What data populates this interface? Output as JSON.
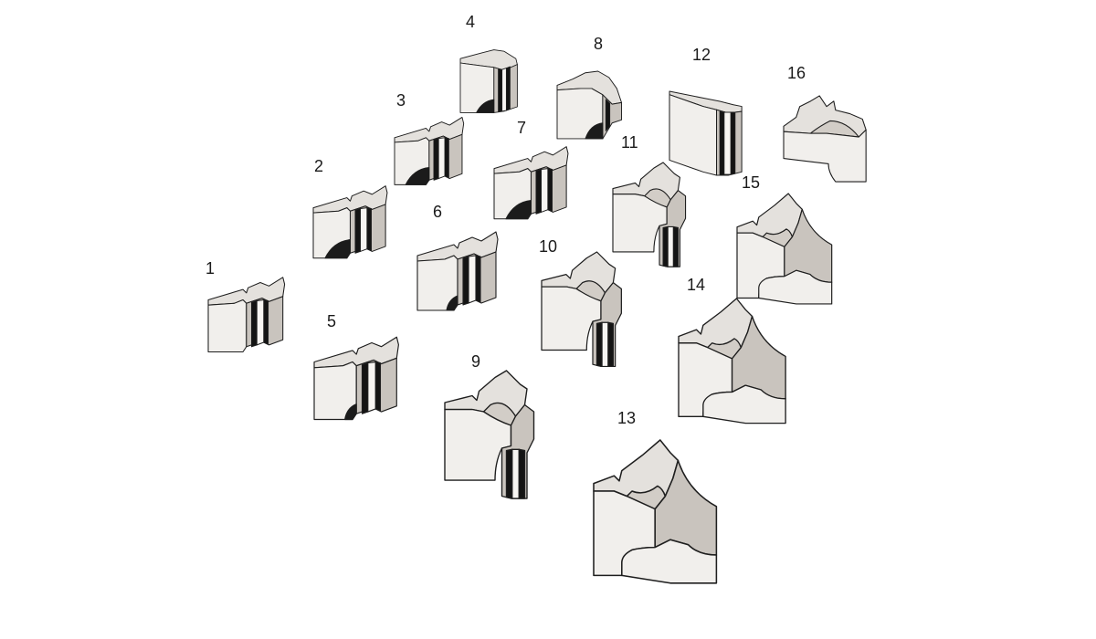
{
  "diagram": {
    "blocks": [
      {
        "id": "block-1",
        "label": "1"
      },
      {
        "id": "block-2",
        "label": "2"
      },
      {
        "id": "block-3",
        "label": "3"
      },
      {
        "id": "block-4",
        "label": "4"
      },
      {
        "id": "block-5",
        "label": "5"
      },
      {
        "id": "block-6",
        "label": "6"
      },
      {
        "id": "block-7",
        "label": "7"
      },
      {
        "id": "block-8",
        "label": "8"
      },
      {
        "id": "block-9",
        "label": "9"
      },
      {
        "id": "block-10",
        "label": "10"
      },
      {
        "id": "block-11",
        "label": "11"
      },
      {
        "id": "block-12",
        "label": "12"
      },
      {
        "id": "block-13",
        "label": "13"
      },
      {
        "id": "block-14",
        "label": "14"
      },
      {
        "id": "block-15",
        "label": "15"
      },
      {
        "id": "block-16",
        "label": "16"
      }
    ]
  },
  "colors": {
    "background": "#ffffff",
    "block_face": "#f1efec",
    "block_top": "#e4e1dd",
    "block_shadow": "#c9c4be",
    "outline": "#1e1e1e"
  }
}
